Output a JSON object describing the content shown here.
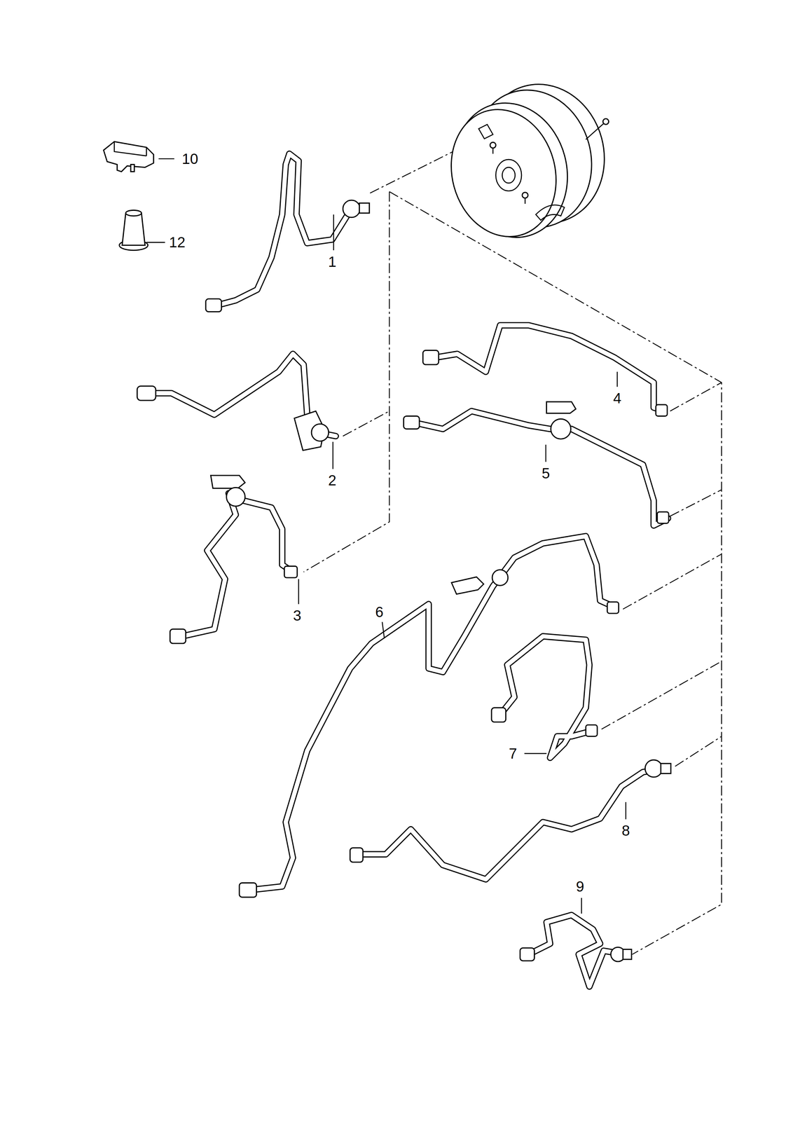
{
  "diagram": {
    "labels": [
      "10",
      "12",
      "1",
      "4",
      "2",
      "5",
      "3",
      "6",
      "7",
      "8",
      "9"
    ]
  }
}
